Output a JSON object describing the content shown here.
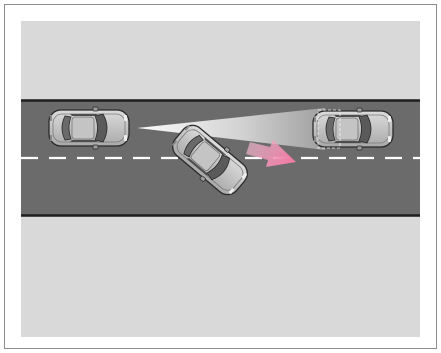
{
  "diagram": {
    "colors": {
      "frame": "#8c8c8c",
      "background": "#d9d9d9",
      "road": "#6b6b6b",
      "road_edge": "#1e1e1e",
      "lane_marking": "#ffffff",
      "car_body": "#c9c9c9",
      "car_glass": "#5a5a5a",
      "sensor_beam": "#ffffff",
      "arrow": "#f29bb8"
    },
    "elements": {
      "own_vehicle": "car-rear-left",
      "merging_vehicle": "car-merging",
      "vehicle_ahead": "car-front-right",
      "arrow": "lane-change-arrow-icon",
      "beam": "sensor-beam"
    }
  }
}
